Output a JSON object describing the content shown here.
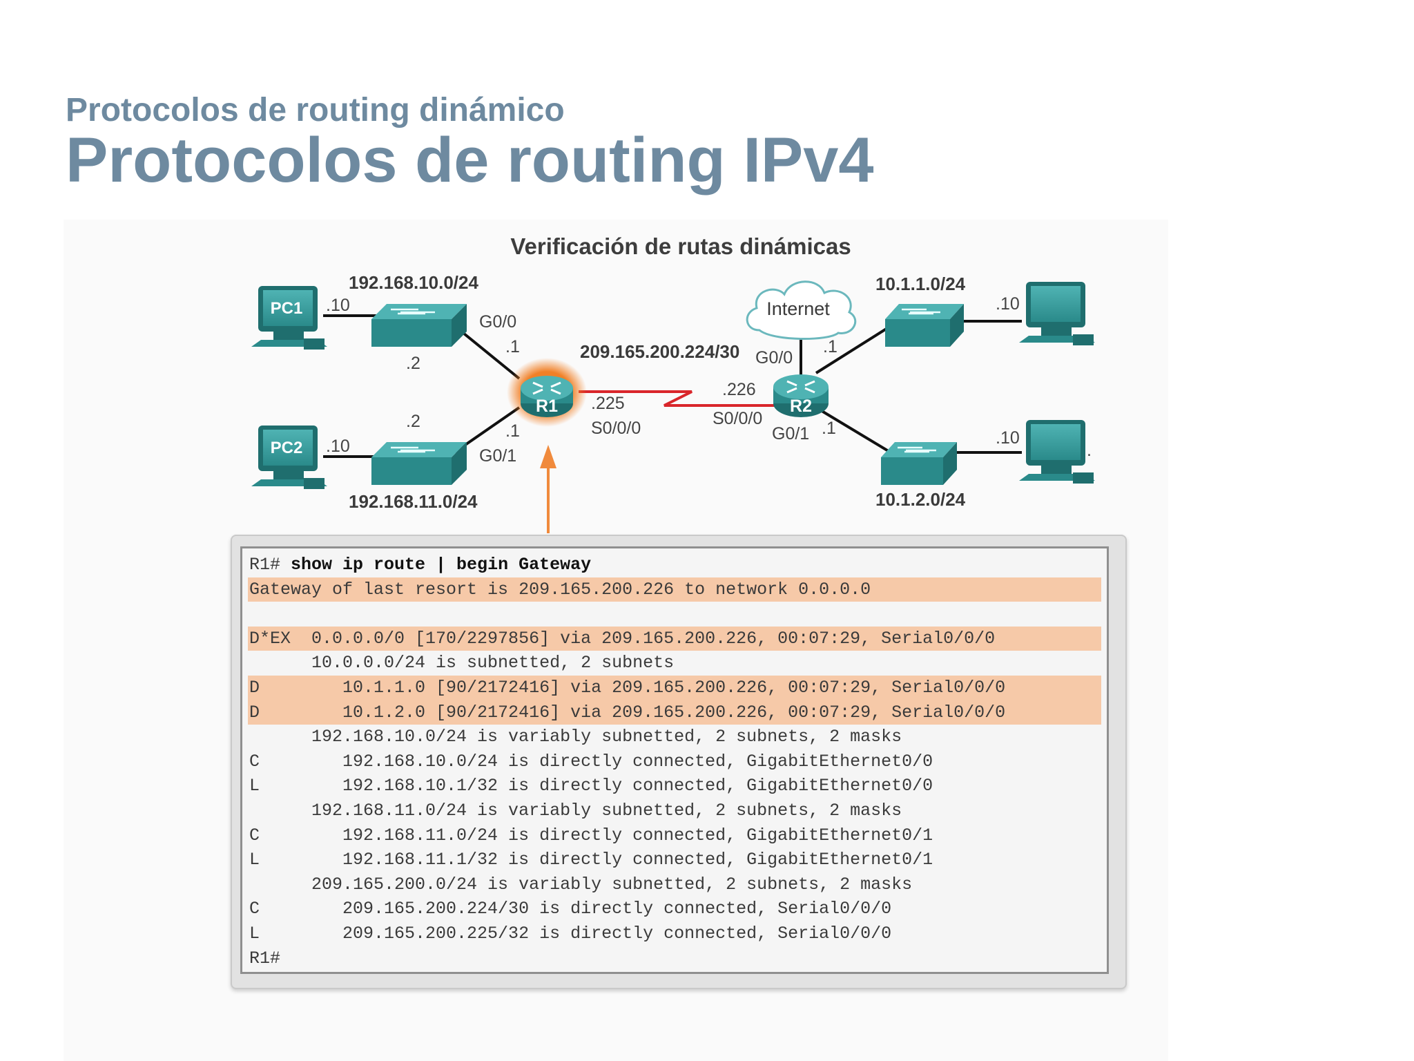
{
  "slide": {
    "subtitle": "Protocolos de routing dinámico",
    "title": "Protocolos de routing IPv4"
  },
  "diagram": {
    "title": "Verificación de rutas dinámicas",
    "colors": {
      "device": "#2a8a8a",
      "device_dark": "#1f6e6e",
      "router_glow": "#f07a1c",
      "serial_link": "#d9262b",
      "arrow": "#f08a3c",
      "highlight": "#f6c9a8"
    },
    "nodes": {
      "pc1": {
        "label": "PC1",
        "icon": "computer-icon"
      },
      "pc2": {
        "label": "PC2",
        "icon": "computer-icon"
      },
      "pc3": {
        "icon": "computer-icon"
      },
      "pc4": {
        "icon": "computer-icon"
      },
      "r1": {
        "label": "R1",
        "icon": "router-icon"
      },
      "r2": {
        "label": "R2",
        "icon": "router-icon"
      },
      "internet": {
        "label": "Internet",
        "icon": "cloud-icon"
      }
    },
    "labels": {
      "net_192_168_10": "192.168.10.0/24",
      "net_192_168_11": "192.168.11.0/24",
      "net_10_1_1": "10.1.1.0/24",
      "net_10_1_2": "10.1.2.0/24",
      "net_serial": "209.165.200.224/30",
      "pc1_host": ".10",
      "pc2_host": ".10",
      "pc3_host": ".10",
      "pc4_host": ".10",
      "sw1_host": ".2",
      "sw2_host": ".2",
      "r1_g00": "G0/0",
      "r1_g00_host": ".1",
      "r1_g01": "G0/1",
      "r1_g01_host": ".1",
      "r1_s000_host": ".225",
      "r1_s000": "S0/0/0",
      "r2_s000_host": ".226",
      "r2_s000": "S0/0/0",
      "r2_g00": "G0/0",
      "r2_g00_host": ".1",
      "r2_g01": "G0/1",
      "r2_g01_host": ".1",
      "dot": "."
    }
  },
  "terminal": {
    "prompt": "R1#",
    "command": " show ip route | begin Gateway",
    "lines": [
      {
        "text": "Gateway of last resort is 209.165.200.226 to network 0.0.0.0",
        "highlight": true
      },
      {
        "text": "",
        "highlight": false
      },
      {
        "text": "D*EX  0.0.0.0/0 [170/2297856] via 209.165.200.226, 00:07:29, Serial0/0/0",
        "highlight": true
      },
      {
        "text": "      10.0.0.0/24 is subnetted, 2 subnets",
        "highlight": false
      },
      {
        "text": "D        10.1.1.0 [90/2172416] via 209.165.200.226, 00:07:29, Serial0/0/0",
        "highlight": true
      },
      {
        "text": "D        10.1.2.0 [90/2172416] via 209.165.200.226, 00:07:29, Serial0/0/0",
        "highlight": true
      },
      {
        "text": "      192.168.10.0/24 is variably subnetted, 2 subnets, 2 masks",
        "highlight": false
      },
      {
        "text": "C        192.168.10.0/24 is directly connected, GigabitEthernet0/0",
        "highlight": false
      },
      {
        "text": "L        192.168.10.1/32 is directly connected, GigabitEthernet0/0",
        "highlight": false
      },
      {
        "text": "      192.168.11.0/24 is variably subnetted, 2 subnets, 2 masks",
        "highlight": false
      },
      {
        "text": "C        192.168.11.0/24 is directly connected, GigabitEthernet0/1",
        "highlight": false
      },
      {
        "text": "L        192.168.11.1/32 is directly connected, GigabitEthernet0/1",
        "highlight": false
      },
      {
        "text": "      209.165.200.0/24 is variably subnetted, 2 subnets, 2 masks",
        "highlight": false
      },
      {
        "text": "C        209.165.200.224/30 is directly connected, Serial0/0/0",
        "highlight": false
      },
      {
        "text": "L        209.165.200.225/32 is directly connected, Serial0/0/0",
        "highlight": false
      },
      {
        "text": "R1#",
        "highlight": false
      }
    ]
  }
}
